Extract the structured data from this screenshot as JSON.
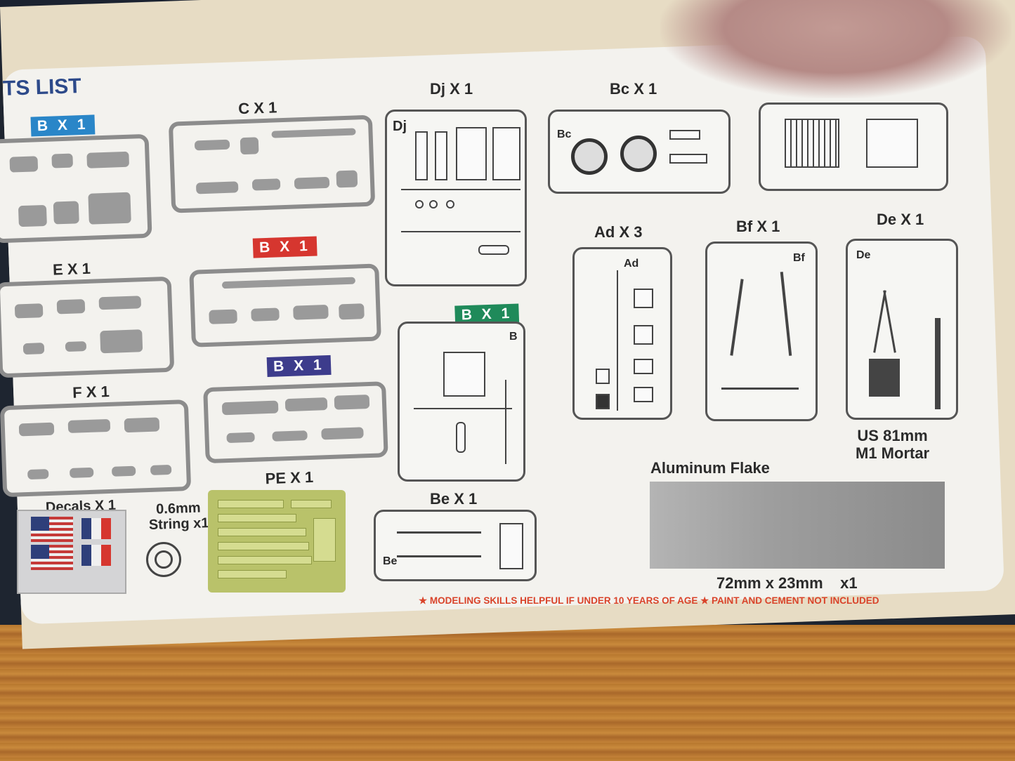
{
  "sheet": {
    "title": "TS LIST",
    "tags": {
      "b_blue": "B X 1",
      "b_red": "B X 1",
      "b_green": "B X 1",
      "b_purple": "B X 1"
    },
    "labels": {
      "c": "C X 1",
      "e": "E X 1",
      "f": "F X 1",
      "dj": "Dj X 1",
      "bc": "Bc X 1",
      "ad": "Ad X 3",
      "bf": "Bf X 1",
      "de": "De X 1",
      "be": "Be X 1",
      "pe": "PE X 1",
      "decals": "Decals X 1",
      "string": "0.6mm\nString x1",
      "mortar": "US 81mm\nM1 Mortar",
      "flake": "Aluminum Flake",
      "flake_size": "72mm x 23mm    x1"
    },
    "sprue_codes": {
      "dj": "Dj",
      "bc": "Bc",
      "ad": "Ad",
      "bf": "Bf",
      "de": "De",
      "b": "B",
      "be": "Be"
    },
    "footer_note": "★ MODELING SKILLS HELPFUL IF UNDER 10 YEARS OF AGE  ★ PAINT AND CEMENT NOT INCLUDED"
  },
  "colors": {
    "blue_tag": "#2a86c8",
    "red_tag": "#d6362f",
    "green_tag": "#1f8a5a",
    "purple_tag": "#3d3c8c",
    "title": "#2d4a8a"
  }
}
